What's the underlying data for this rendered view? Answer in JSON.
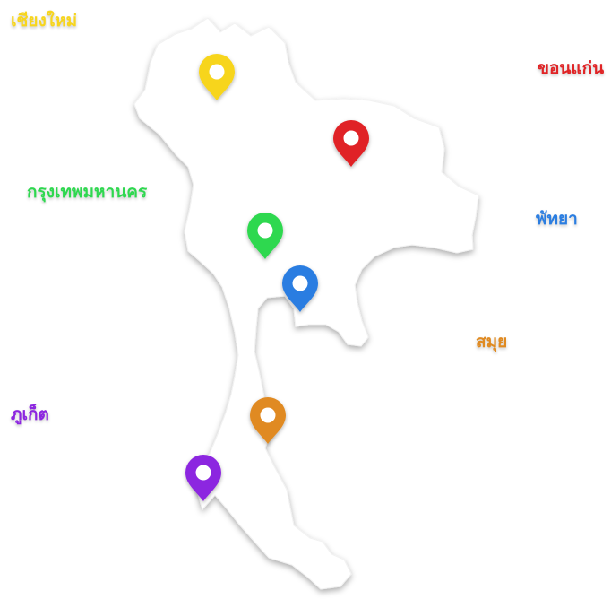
{
  "map": {
    "land_color": "#ffffff",
    "cities": [
      {
        "id": "chiangmai",
        "label": "เชียงใหม่",
        "color": "#f7d51d",
        "icon": "map-pin-icon"
      },
      {
        "id": "khonkaen",
        "label": "ขอนแก่น",
        "color": "#e02426",
        "icon": "map-pin-icon"
      },
      {
        "id": "bangkok",
        "label": "กรุงเทพมหานคร",
        "color": "#2ed84f",
        "icon": "map-pin-icon"
      },
      {
        "id": "pattaya",
        "label": "พัทยา",
        "color": "#2a7de1",
        "icon": "map-pin-icon"
      },
      {
        "id": "samui",
        "label": "สมุย",
        "color": "#e08a20",
        "icon": "map-pin-icon"
      },
      {
        "id": "phuket",
        "label": "ภูเก็ต",
        "color": "#8c25e0",
        "icon": "map-pin-icon"
      }
    ]
  }
}
